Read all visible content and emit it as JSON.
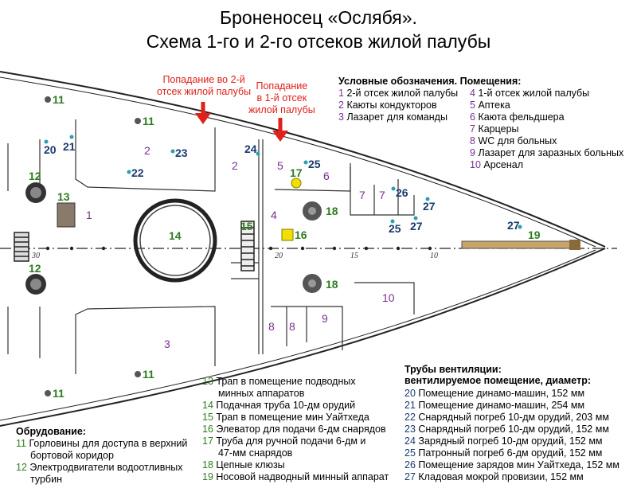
{
  "title": {
    "line1": "Броненосец «Ослябя».",
    "line2": "Схема 1-го и 2-го отсеков жилой палубы"
  },
  "hits": {
    "compartment2": "Попадание во 2-й\nотсек жилой палубы",
    "compartment1": "Попадание\nв 1-й отсек\nжилой палубы"
  },
  "legend_rooms": {
    "heading": "Условные обозначения. Помещения:",
    "items": [
      {
        "num": "1",
        "text": "2-й отсек жилой палубы"
      },
      {
        "num": "2",
        "text": "Каюты кондукторов"
      },
      {
        "num": "3",
        "text": "Лазарет для команды"
      },
      {
        "num": "4",
        "text": "1-й отсек жилой палубы"
      },
      {
        "num": "5",
        "text": "Аптека"
      },
      {
        "num": "6",
        "text": "Каюта фельдшера"
      },
      {
        "num": "7",
        "text": "Карцеры"
      },
      {
        "num": "8",
        "text": "WC для больных"
      },
      {
        "num": "9",
        "text": "Лазарет для заразных больных"
      },
      {
        "num": "10",
        "text": "Арсенал"
      }
    ]
  },
  "legend_equipment": {
    "heading": "Обрудование:",
    "items": [
      {
        "num": "11",
        "text": "Горловины для доступа в верхний",
        "cont": "бортовой коридор"
      },
      {
        "num": "12",
        "text": "Электродвигатели водоотливных",
        "cont": "турбин"
      },
      {
        "num": "13",
        "text": "Трап в помещение подводных",
        "cont": "минных аппаратов"
      },
      {
        "num": "14",
        "text": "Подачная труба 10-дм орудий",
        "cont": ""
      },
      {
        "num": "15",
        "text": "Трап в помещение мин Уайтхеда",
        "cont": ""
      },
      {
        "num": "16",
        "text": "Элеватор для подачи 6-дм снарядов",
        "cont": ""
      },
      {
        "num": "17",
        "text": "Труба для ручной подачи 6-дм и",
        "cont": "47-мм снарядов"
      },
      {
        "num": "18",
        "text": "Цепные клюзы",
        "cont": ""
      },
      {
        "num": "19",
        "text": "Носовой надводный минный аппарат",
        "cont": ""
      }
    ]
  },
  "legend_vents": {
    "heading1": "Трубы вентиляции:",
    "heading2": "вентилируемое помещение, диаметр:",
    "items": [
      {
        "num": "20",
        "text": "Помещение динамо-машин, 152 мм"
      },
      {
        "num": "21",
        "text": "Помещение динамо-машин, 254 мм"
      },
      {
        "num": "22",
        "text": "Снарядный погреб 10-дм орудий, 203 мм"
      },
      {
        "num": "23",
        "text": "Снарядный погреб 10-дм орудий, 152 мм"
      },
      {
        "num": "24",
        "text": "Зарядный погреб 10-дм орудий, 152 мм"
      },
      {
        "num": "25",
        "text": "Патронный погреб 6-дм орудий, 152 мм"
      },
      {
        "num": "26",
        "text": "Помещение зарядов мин Уайтхеда, 152 мм"
      },
      {
        "num": "27",
        "text": "Кладовая мокрой провизии, 152 мм"
      }
    ]
  },
  "plan_labels": {
    "rooms": [
      "1",
      "2",
      "2",
      "3",
      "4",
      "5",
      "6",
      "7",
      "7",
      "8",
      "8",
      "9",
      "10"
    ],
    "equipment": [
      "11",
      "11",
      "11",
      "11",
      "12",
      "12",
      "13",
      "14",
      "15",
      "16",
      "17",
      "18",
      "18",
      "19"
    ],
    "vents": [
      "20",
      "21",
      "22",
      "23",
      "24",
      "25",
      "25",
      "26",
      "27",
      "27",
      "27"
    ],
    "frames": [
      "30",
      "20",
      "15",
      "10"
    ]
  },
  "colors": {
    "rooms": "#7a2f92",
    "equipment": "#2e7d1f",
    "vents": "#1a3a6e",
    "hit": "#e0201a",
    "vent_dot": "#2a9fb0",
    "hatch_fill": "#f0e000"
  }
}
